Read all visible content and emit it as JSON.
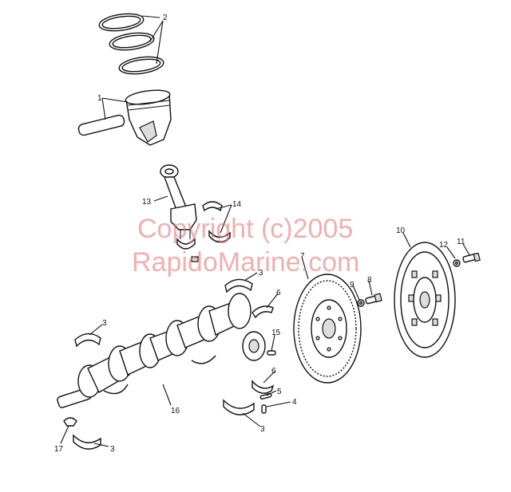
{
  "watermark": {
    "line1": "Copyright (c)2005",
    "line2": "RapidoMarine.com"
  },
  "callouts": [
    {
      "id": "c1",
      "text": "1"
    },
    {
      "id": "c2",
      "text": "2"
    },
    {
      "id": "c3a",
      "text": "3"
    },
    {
      "id": "c3b",
      "text": "3"
    },
    {
      "id": "c3c",
      "text": "3"
    },
    {
      "id": "c3d",
      "text": "3"
    },
    {
      "id": "c4",
      "text": "4"
    },
    {
      "id": "c5",
      "text": "5"
    },
    {
      "id": "c6a",
      "text": "6"
    },
    {
      "id": "c6b",
      "text": "6"
    },
    {
      "id": "c7",
      "text": "7"
    },
    {
      "id": "c8",
      "text": "8"
    },
    {
      "id": "c9",
      "text": "9"
    },
    {
      "id": "c10",
      "text": "10"
    },
    {
      "id": "c11",
      "text": "11"
    },
    {
      "id": "c12",
      "text": "12"
    },
    {
      "id": "c13",
      "text": "13"
    },
    {
      "id": "c14",
      "text": "14"
    },
    {
      "id": "c15",
      "text": "15"
    },
    {
      "id": "c16",
      "text": "16"
    },
    {
      "id": "c17",
      "text": "17"
    }
  ]
}
